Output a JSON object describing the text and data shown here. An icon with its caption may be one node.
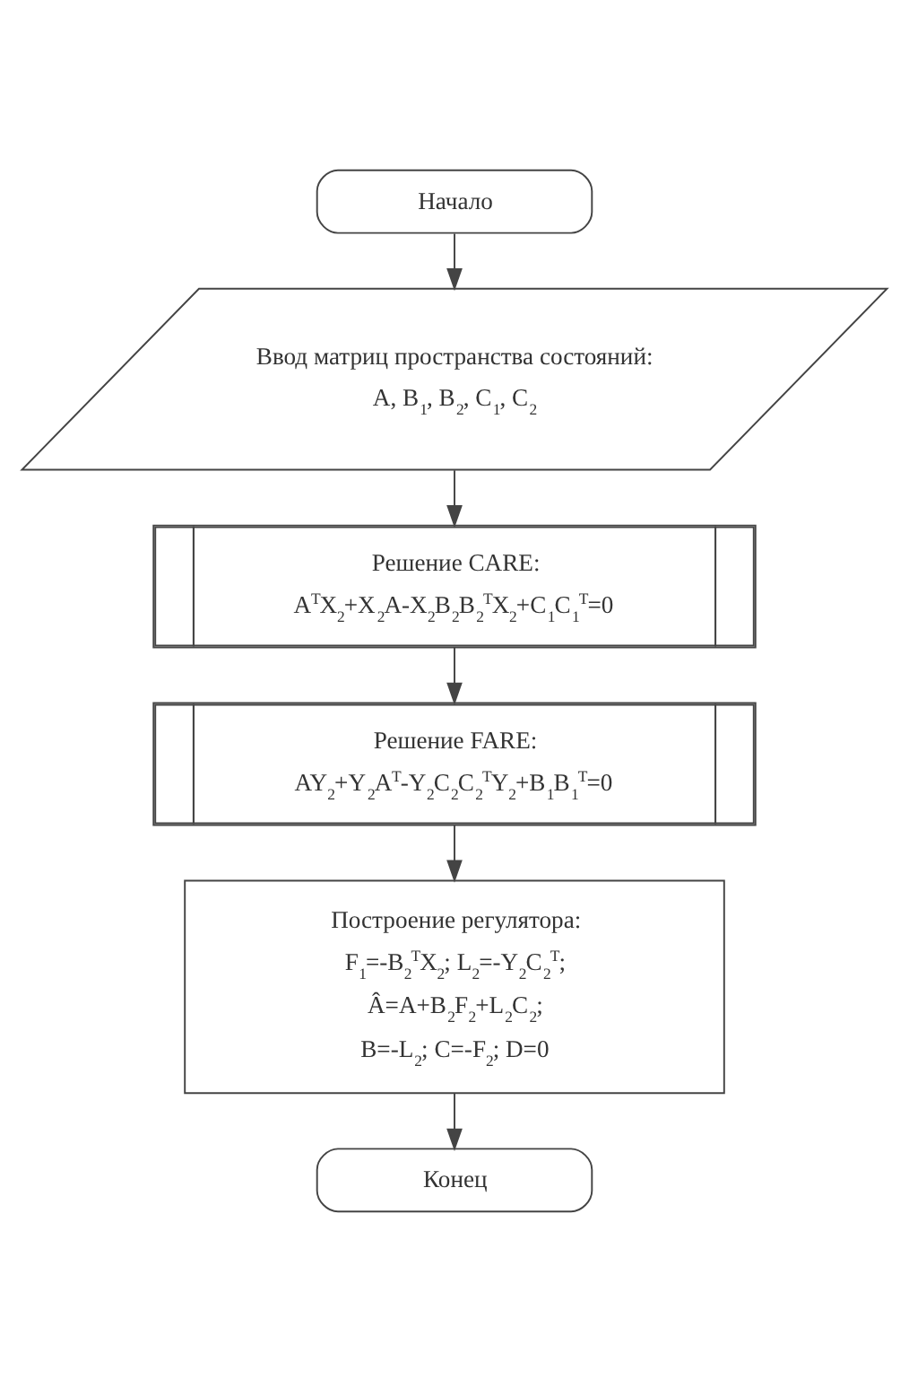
{
  "diagram": {
    "nodes": [
      {
        "text": [
          "Начало"
        ]
      },
      {
        "text": [
          "Ввод матриц пространства состояний:",
          "A, B$_{1}$, B$_{2}$, C$_{1}$, C$_{2}$"
        ]
      },
      {
        "text": [
          "Решение CARE:",
          "A$^{T}$X$_{2}$+X$_{2}$A-X$_{2}$B$_{2}$B$_{2}$$^{T}$X$_{2}$+C$_{1}$C$_{1}$$^{T}$=0"
        ]
      },
      {
        "text": [
          "Решение FARE:",
          "AY$_{2}$+Y$_{2}$A$^{T}$-Y$_{2}$C$_{2}$C$_{2}$$^{T}$Y$_{2}$+B$_{1}$B$_{1}$$^{T}$=0"
        ]
      },
      {
        "text": [
          "Построение регулятора:",
          "F$_{1}$=-B$_{2}$$^{T}$X$_{2}$; L$_{2}$=-Y$_{2}$C$_{2}$$^{T}$;",
          "Â=A+B$_{2}$F$_{2}$+L$_{2}$C$_{2}$;",
          "B=-L$_{2}$; C=-F$_{2}$; D=0"
        ]
      },
      {
        "text": [
          "Конец"
        ]
      }
    ],
    "edges": [
      {
        "from": 0,
        "to": 1,
        "arrow": "to"
      },
      {
        "from": 1,
        "to": 2,
        "arrow": "to"
      },
      {
        "from": 2,
        "to": 3,
        "arrow": "to"
      },
      {
        "from": 3,
        "to": 4,
        "arrow": "to"
      },
      {
        "from": 4,
        "to": 5,
        "arrow": "to"
      }
    ]
  }
}
